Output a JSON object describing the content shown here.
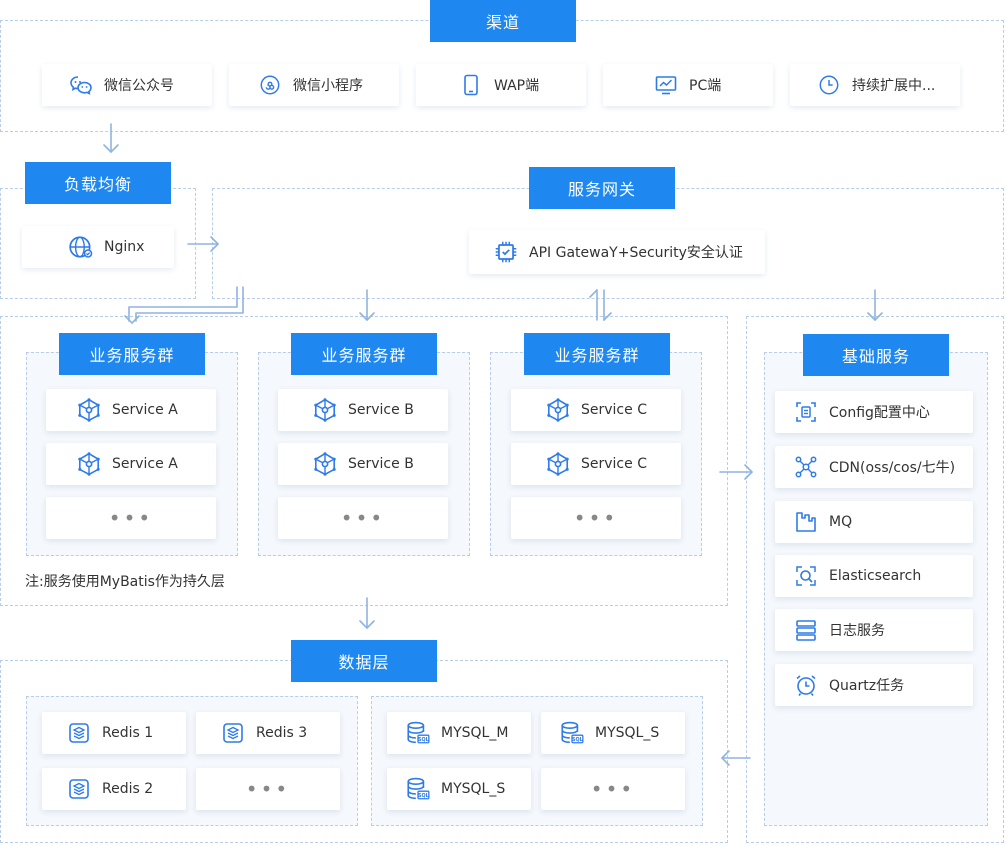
{
  "channel": {
    "title": "渠道",
    "items": [
      {
        "label": "微信公众号",
        "icon": "wechat-icon"
      },
      {
        "label": "微信小程序",
        "icon": "mini-program-icon"
      },
      {
        "label": "WAP端",
        "icon": "mobile-icon"
      },
      {
        "label": "PC端",
        "icon": "monitor-icon"
      },
      {
        "label": "持续扩展中...",
        "icon": "clock-icon"
      }
    ]
  },
  "load_balance": {
    "title": "负载均衡",
    "item": {
      "label": "Nginx",
      "icon": "globe-icon"
    }
  },
  "gateway": {
    "title": "服务网关",
    "item": {
      "label": "API GatewaY+Security安全认证",
      "icon": "chip-icon"
    }
  },
  "business": {
    "groups": [
      {
        "title": "业务服务群",
        "items": [
          "Service A",
          "Service A"
        ],
        "more": "•••"
      },
      {
        "title": "业务服务群",
        "items": [
          "Service B",
          "Service B"
        ],
        "more": "•••"
      },
      {
        "title": "业务服务群",
        "items": [
          "Service C",
          "Service C"
        ],
        "more": "•••"
      }
    ],
    "note": "注:服务使用MyBatis作为持久层"
  },
  "base": {
    "title": "基础服务",
    "items": [
      {
        "label": "Config配置中心",
        "icon": "config-icon"
      },
      {
        "label": "CDN(oss/cos/七牛)",
        "icon": "network-icon"
      },
      {
        "label": "MQ",
        "icon": "mq-icon"
      },
      {
        "label": "Elasticsearch",
        "icon": "search-icon"
      },
      {
        "label": "日志服务",
        "icon": "log-icon"
      },
      {
        "label": "Quartz任务",
        "icon": "alarm-icon"
      }
    ]
  },
  "data_layer": {
    "title": "数据层",
    "redis": [
      "Redis 1",
      "Redis 3",
      "Redis 2"
    ],
    "redis_more": "•••",
    "mysql": [
      "MYSQL_M",
      "MYSQL_S",
      "MYSQL_S"
    ],
    "mysql_more": "•••"
  },
  "colors": {
    "header": "#1e88f0",
    "icon": "#2f7be8",
    "border": "#b9cde6",
    "arrow": "#8fb4e0"
  }
}
